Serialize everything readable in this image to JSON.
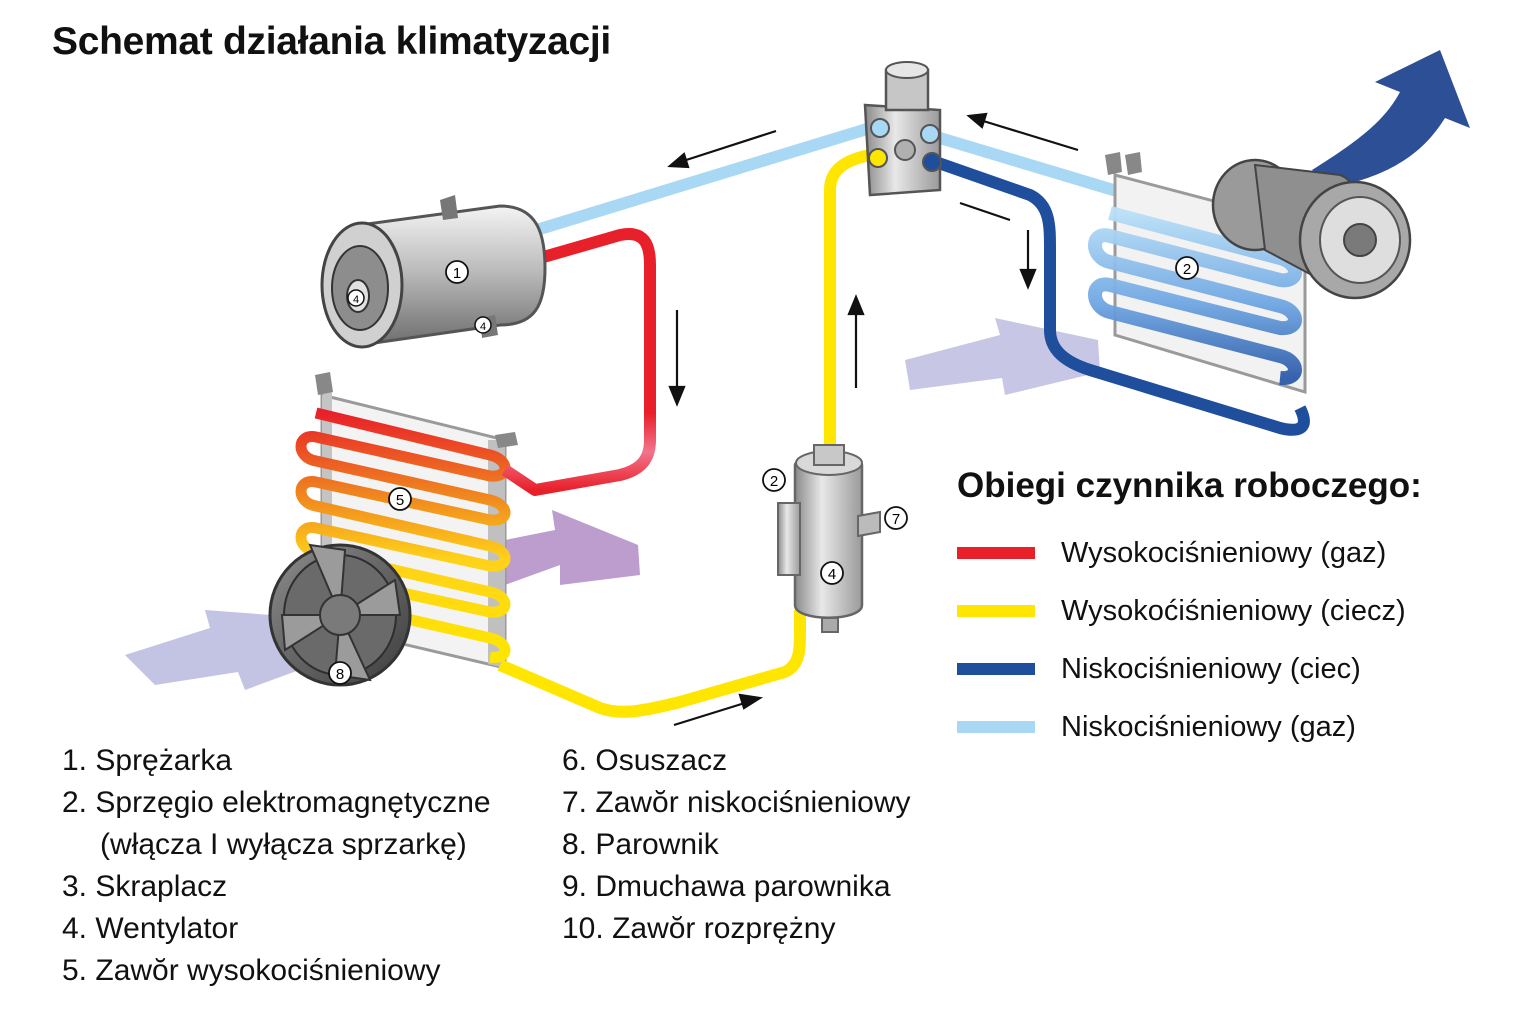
{
  "title": "Schemat działania klimatyzacji",
  "legend": {
    "title": "Obiegi czynnika roboczego:",
    "items": [
      {
        "label": "Wysokociśnieniowy (gaz)",
        "color": "#e8202a"
      },
      {
        "label": "Wysokoćiśnieniowy (ciecz)",
        "color": "#ffe600"
      },
      {
        "label": "Niskociśnieniowy (ciec)",
        "color": "#1f4e9c"
      },
      {
        "label": "Niskociśnieniowy (gaz)",
        "color": "#a9d8f5"
      }
    ]
  },
  "parts_left": [
    {
      "num": "1.",
      "label": "Sprężarka"
    },
    {
      "num": "2.",
      "label": "Sprzęgio elektromagnętyczne"
    },
    {
      "num": "",
      "label": "(włącza I wyłącza sprzarkę)"
    },
    {
      "num": "3.",
      "label": "Skraplacz"
    },
    {
      "num": "4.",
      "label": "Wentylator"
    },
    {
      "num": "5.",
      "label": "Zawŏr wysokociśnieniowy"
    }
  ],
  "parts_right": [
    {
      "num": "6.",
      "label": "Osuszacz"
    },
    {
      "num": "7.",
      "label": "Zawŏr niskociśnieniowy"
    },
    {
      "num": "8.",
      "label": "Parownik"
    },
    {
      "num": "9.",
      "label": "Dmuchawa parownika"
    },
    {
      "num": "10.",
      "label": "Zawŏr rozprężny"
    }
  ],
  "markers": {
    "compressor": "1",
    "evaporator": "2",
    "clutch": "4",
    "bracket": "4",
    "drier_left": "2",
    "drier_right": "7",
    "drier_body": "4",
    "condenser": "5",
    "fan": "8"
  },
  "colors": {
    "high_pressure_gas": "#e8202a",
    "high_pressure_liquid": "#ffe600",
    "low_pressure_liquid": "#1f4e9c",
    "low_pressure_gas": "#a9d8f5",
    "hot_air": "#b592c9",
    "cold_air": "#2c4f95",
    "intake_air": "#bdbde0"
  }
}
